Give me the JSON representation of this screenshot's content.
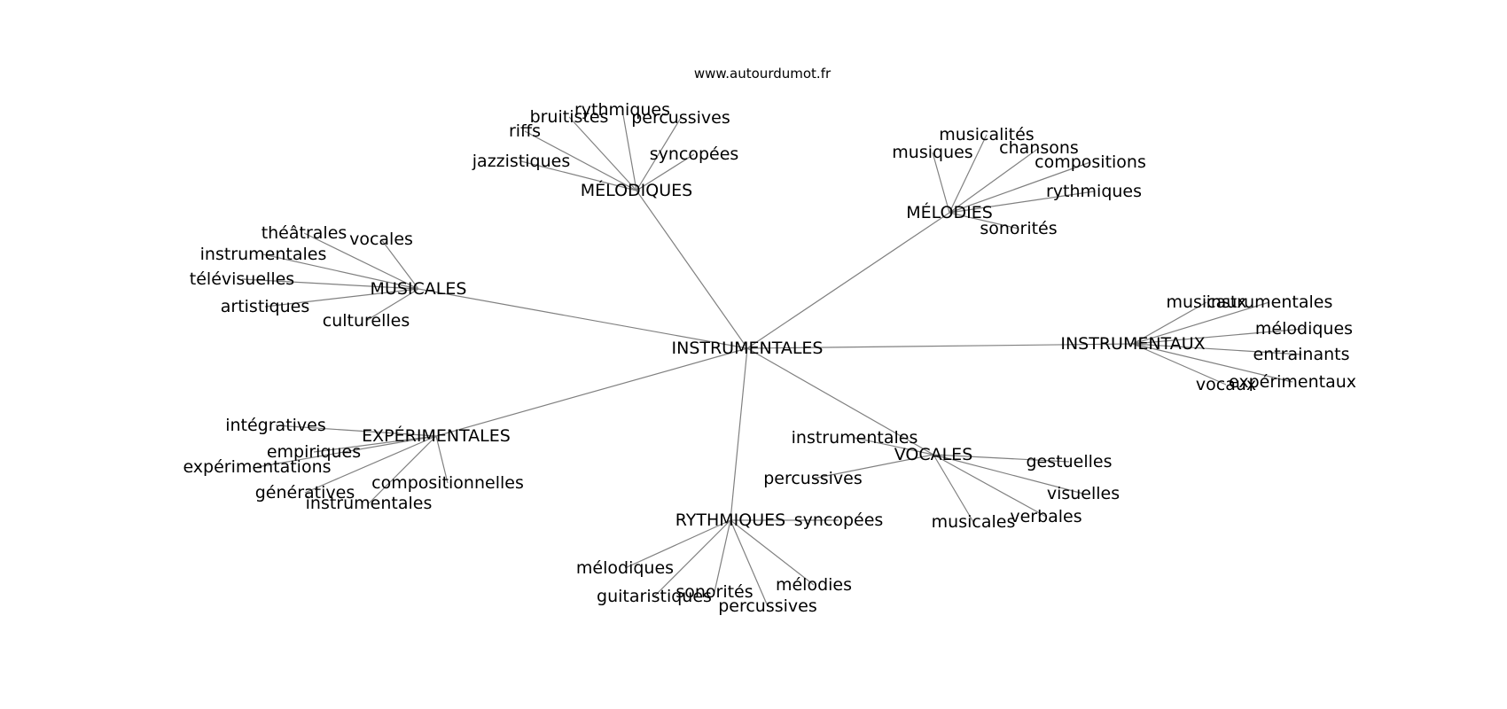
{
  "source_label": "www.autourdumot.fr",
  "graph": {
    "center": "INSTRUMENTALES",
    "branches": [
      {
        "label": "MÉLODIQUES",
        "leaves": [
          "riffs",
          "bruitistes",
          "rythmiques",
          "percussives",
          "syncopées",
          "jazzistiques"
        ]
      },
      {
        "label": "MÉLODIES",
        "leaves": [
          "musicalités",
          "musiques",
          "chansons",
          "compositions",
          "rythmiques",
          "sonorités"
        ]
      },
      {
        "label": "MUSICALES",
        "leaves": [
          "théâtrales",
          "vocales",
          "instrumentales",
          "télévisuelles",
          "artistiques",
          "culturelles"
        ]
      },
      {
        "label": "INSTRUMENTAUX",
        "leaves": [
          "musicaux",
          "instrumentales",
          "mélodiques",
          "entrainants",
          "expérimentaux",
          "vocaux"
        ]
      },
      {
        "label": "EXPÉRIMENTALES",
        "leaves": [
          "intégratives",
          "empiriques",
          "expérimentations",
          "génératives",
          "compositionnelles",
          "instrumentales"
        ]
      },
      {
        "label": "VOCALES",
        "leaves": [
          "instrumentales",
          "percussives",
          "gestuelles",
          "visuelles",
          "musicales",
          "verbales"
        ]
      },
      {
        "label": "RYTHMIQUES",
        "leaves": [
          "syncopées",
          "mélodiques",
          "guitaristiques",
          "sonorités",
          "mélodies",
          "percussives"
        ]
      }
    ]
  }
}
